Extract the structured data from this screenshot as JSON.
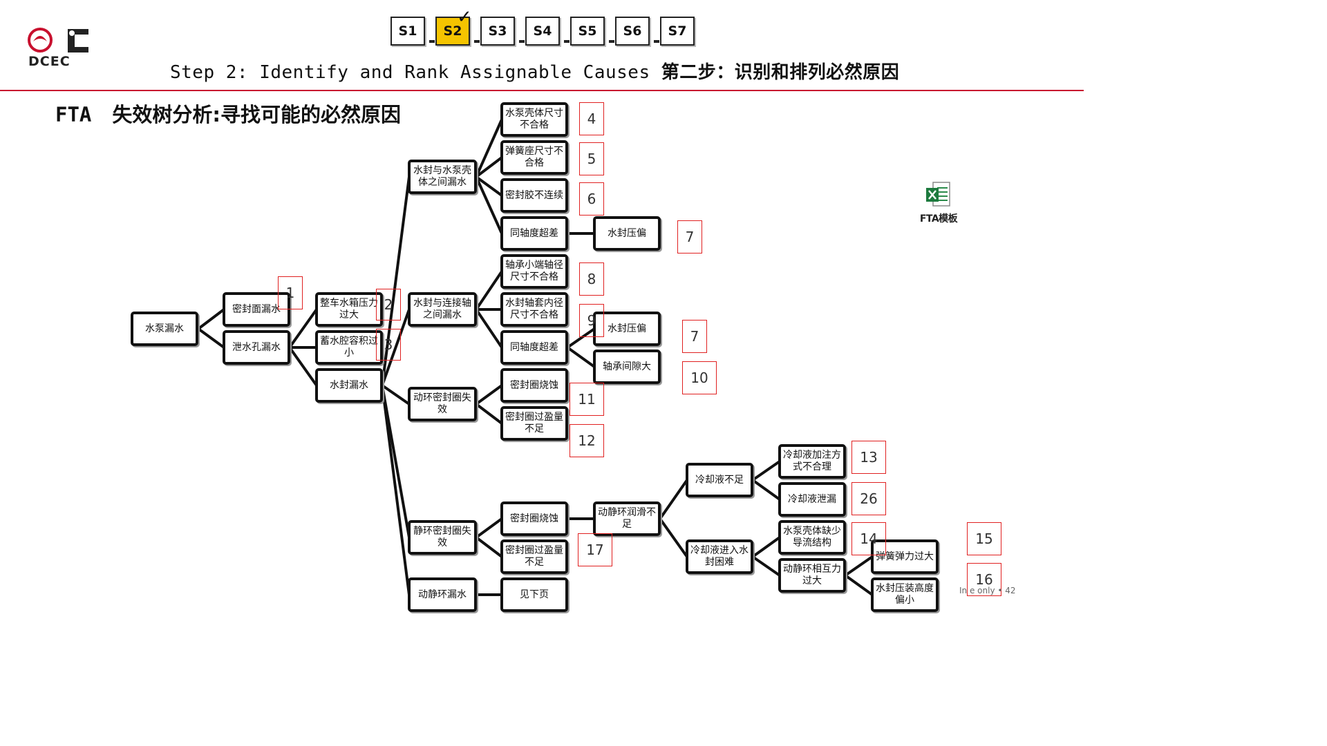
{
  "header": {
    "logo_text": "DCEC",
    "steps": [
      {
        "label": "S1",
        "active": false
      },
      {
        "label": "S2",
        "active": true
      },
      {
        "label": "S3",
        "active": false
      },
      {
        "label": "S4",
        "active": false
      },
      {
        "label": "S5",
        "active": false
      },
      {
        "label": "S6",
        "active": false
      },
      {
        "label": "S7",
        "active": false
      }
    ],
    "check_mark": "✓",
    "active_color": "#f5c400",
    "title_en": "Step 2: Identify and Rank  Assignable Causes ",
    "title_zh": "第二步：识别和排列必然原因",
    "rule_color": "#c8102e"
  },
  "section": {
    "label": "FTA",
    "title": "失效树分析:寻找可能的必然原因"
  },
  "tree": {
    "nodes": {
      "root": "水泵漏水",
      "seal_face": "密封面漏水",
      "drain": "泄水孔漏水",
      "tank_pressure": "整车水箱压力过大",
      "cavity": "蓄水腔容积过小",
      "seal_leak": "水封漏水",
      "seal_housing": "水封与水泵壳体之间漏水",
      "housing_dim": "水泵壳体尺寸不合格",
      "spring_seat": "弹簧座尺寸不合格",
      "sealant": "密封胶不连续",
      "coax_a": "同轴度超差",
      "press_a": "水封压偏",
      "seal_shaft": "水封与连接轴之间漏水",
      "bearing_dia": "轴承小端轴径尺寸不合格",
      "sleeve_dia": "水封轴套内径尺寸不合格",
      "coax_b": "同轴度超差",
      "press_b": "水封压偏",
      "bearing_gap": "轴承间隙大",
      "dyn_ring": "动环密封圈失效",
      "corrode_a": "密封圈烧蚀",
      "interf_a": "密封圈过盈量不足",
      "stat_ring": "静环密封圈失效",
      "corrode_b": "密封圈烧蚀",
      "interf_b": "密封圈过盈量不足",
      "dynstat_leak": "动静环漏水",
      "see_next": "见下页",
      "lube": "动静环润滑不足",
      "coolant_low": "冷却液不足",
      "fill_method": "冷却液加注方式不合理",
      "coolant_leak": "冷却液泄漏",
      "coolant_enter": "冷却液进入水封困难",
      "guide_struct": "水泵壳体缺少导流结构",
      "ring_force": "动静环相互力过大",
      "spring_force": "弹簧弹力过大",
      "seal_height": "水封压装高度偏小"
    },
    "ranks": {
      "r1": "1",
      "r2": "2",
      "r3": "3",
      "r4": "4",
      "r5": "5",
      "r6": "6",
      "r7a": "7",
      "r8": "8",
      "r9": "9",
      "r7b": "7",
      "r10": "10",
      "r11": "11",
      "r12": "12",
      "r13": "13",
      "r26": "26",
      "r14": "14",
      "r15": "15",
      "r16": "16",
      "r17": "17"
    }
  },
  "attachment": {
    "label": "FTA模板",
    "icon": "excel-icon"
  },
  "footer": {
    "text": "In   e only",
    "page": "42"
  }
}
